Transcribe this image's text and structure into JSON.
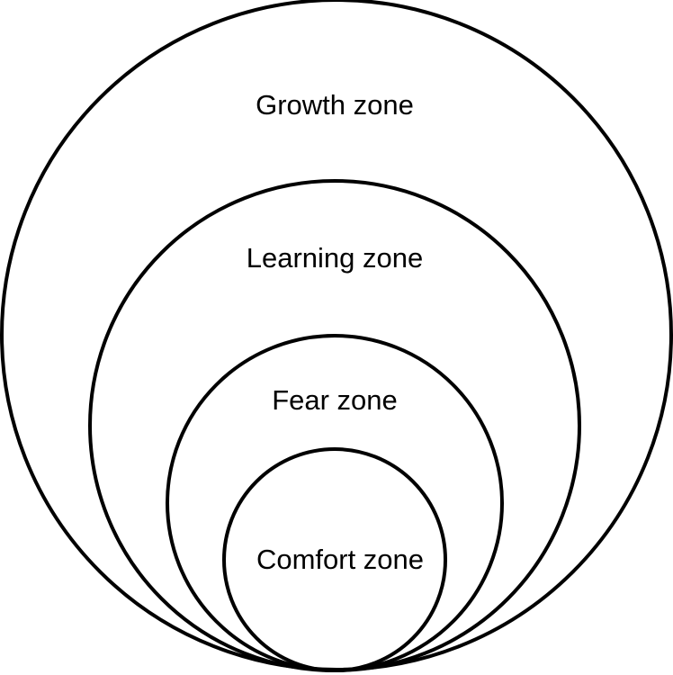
{
  "diagram": {
    "zones": [
      {
        "label": "Growth zone"
      },
      {
        "label": "Learning zone"
      },
      {
        "label": "Fear zone"
      },
      {
        "label": "Comfort zone"
      }
    ],
    "stroke_color": "#000000",
    "background_color": "#ffffff"
  }
}
